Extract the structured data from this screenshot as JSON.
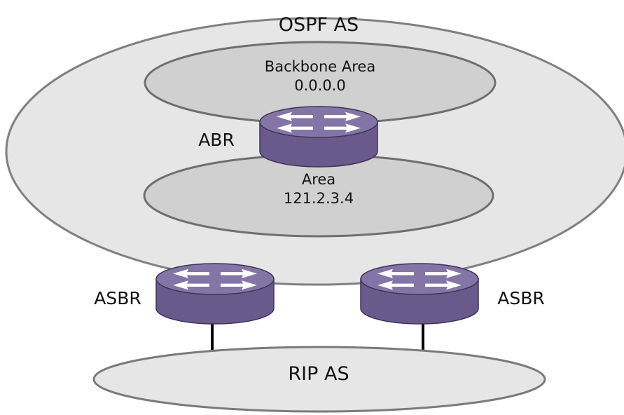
{
  "diagram": {
    "regions": {
      "ospf_as": {
        "label": "OSPF AS"
      },
      "backbone_area": {
        "name": "Backbone Area",
        "id": "0.0.0.0"
      },
      "area": {
        "name": "Area",
        "id": "121.2.3.4"
      },
      "rip_as": {
        "label": "RIP AS"
      }
    },
    "routers": {
      "abr": {
        "label": "ABR",
        "icon": "router-icon"
      },
      "asbr_left": {
        "label": "ASBR",
        "icon": "router-icon"
      },
      "asbr_right": {
        "label": "ASBR",
        "icon": "router-icon"
      }
    },
    "colors": {
      "router": "#6a5a8c",
      "region_fill": "#e6e6e6",
      "area_fill": "#d0d0d0"
    }
  }
}
